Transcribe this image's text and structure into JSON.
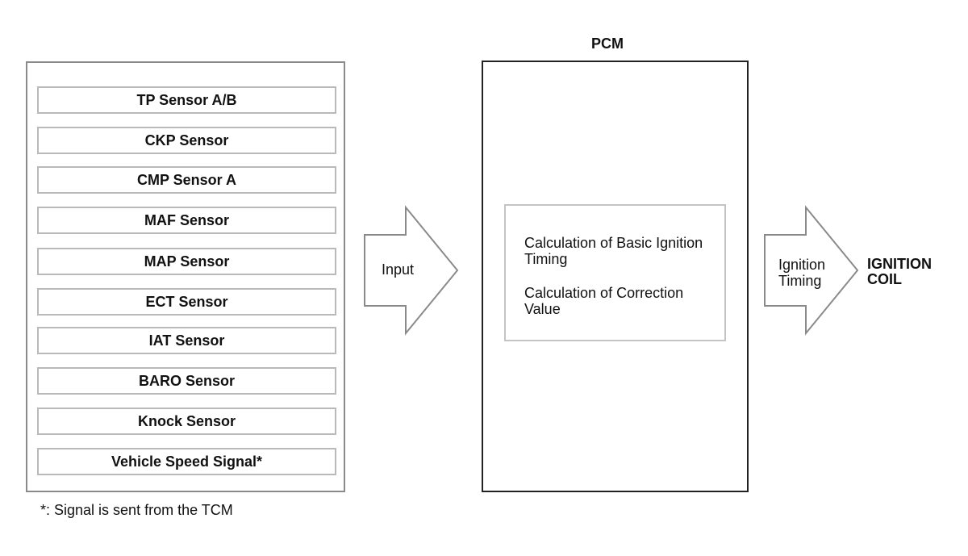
{
  "sensors": [
    "TP Sensor A/B",
    "CKP Sensor",
    "CMP Sensor A",
    "MAF Sensor",
    "MAP Sensor",
    "ECT Sensor",
    "IAT Sensor",
    "BARO Sensor",
    "Knock Sensor",
    "Vehicle Speed Signal*"
  ],
  "input_arrow": {
    "label": "Input"
  },
  "pcm": {
    "title": "PCM",
    "calc_basic": "Calculation of Basic Ignition Timing",
    "calc_correction": "Calculation of Correction Value"
  },
  "output_arrow": {
    "label_line1": "Ignition",
    "label_line2": "Timing"
  },
  "output": {
    "line1": "IGNITION",
    "line2": "COIL"
  },
  "footnote": "*: Signal is sent from the TCM"
}
